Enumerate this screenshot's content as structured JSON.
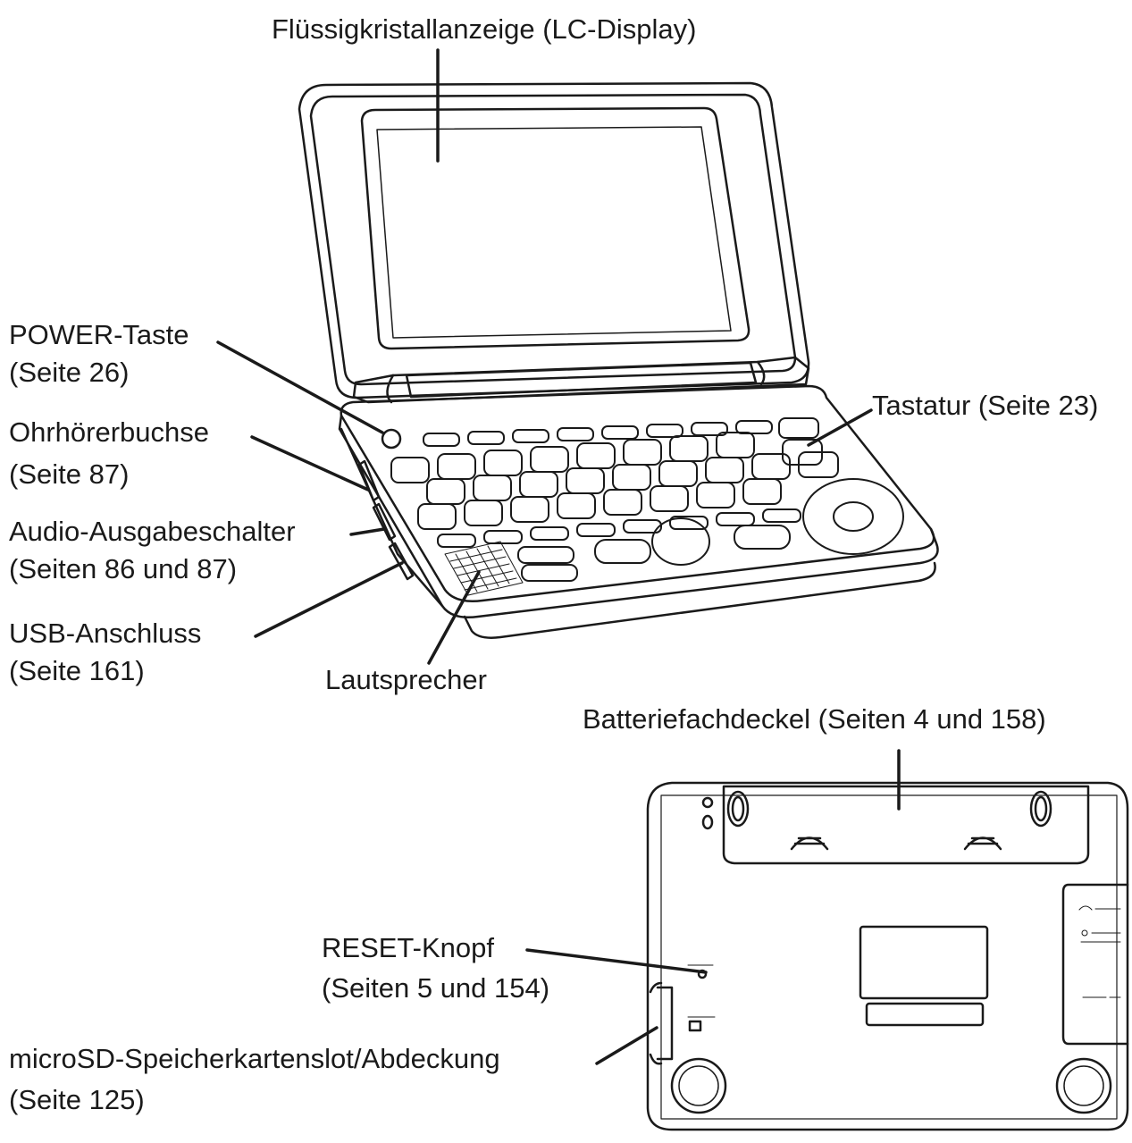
{
  "labels": {
    "display": "Flüssigkristallanzeige (LC-Display)",
    "power_1": "POWER-Taste",
    "power_2": "(Seite 26)",
    "earphone_1": "Ohrhörerbuchse",
    "earphone_2": "(Seite 87)",
    "audio_1": "Audio-Ausgabeschalter",
    "audio_2": "(Seiten 86 und 87)",
    "usb_1": "USB-Anschluss",
    "usb_2": "(Seite 161)",
    "speaker": "Lautsprecher",
    "keyboard": "Tastatur (Seite 23)",
    "battery": "Batteriefachdeckel (Seiten 4 und 158)",
    "reset_1": "RESET-Knopf",
    "reset_2": "(Seiten 5 und 154)",
    "microsd_1": "microSD-Speicherkartenslot/Abdeckung",
    "microsd_2": "(Seite 125)"
  },
  "colors": {
    "line": "#1a1a1a",
    "background": "#ffffff"
  }
}
